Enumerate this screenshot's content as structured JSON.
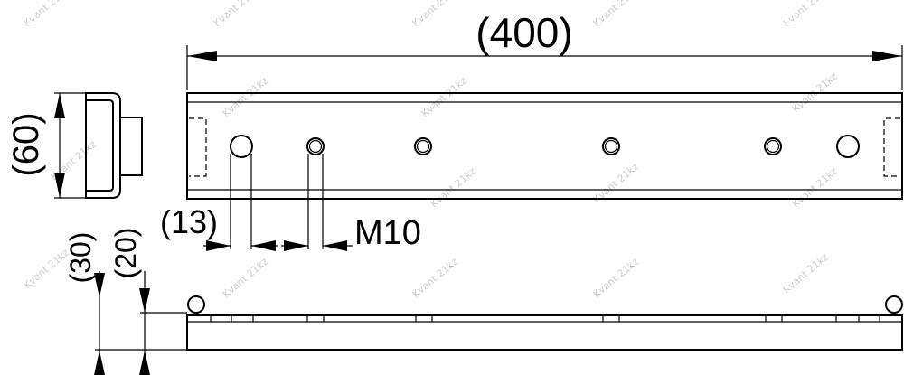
{
  "dimensions": {
    "overall_length": "(400)",
    "height": "(60)",
    "hole_offset": "(13)",
    "thread": "M10",
    "side_height_outer": "(30)",
    "side_height_inner": "(20)"
  },
  "watermark": "Kvant 21kz"
}
